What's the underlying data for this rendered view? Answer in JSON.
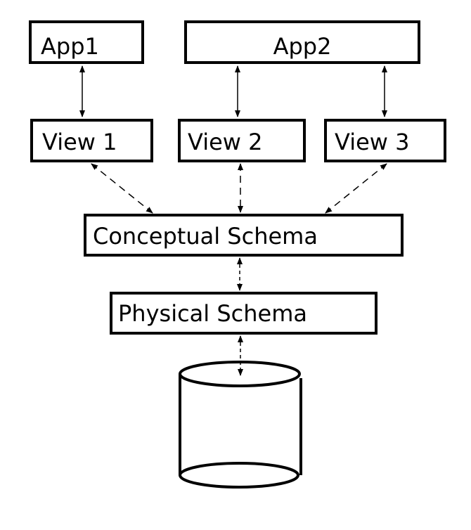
{
  "diagram": {
    "nodes": {
      "app1": "App1",
      "app2": "App2",
      "view1": "View 1",
      "view2": "View 2",
      "view3": "View 3",
      "conceptual": "Conceptual Schema",
      "physical": "Physical Schema"
    },
    "storage_icon": "database-cylinder-icon",
    "colors": {
      "stroke": "#000000",
      "background": "#ffffff"
    }
  }
}
